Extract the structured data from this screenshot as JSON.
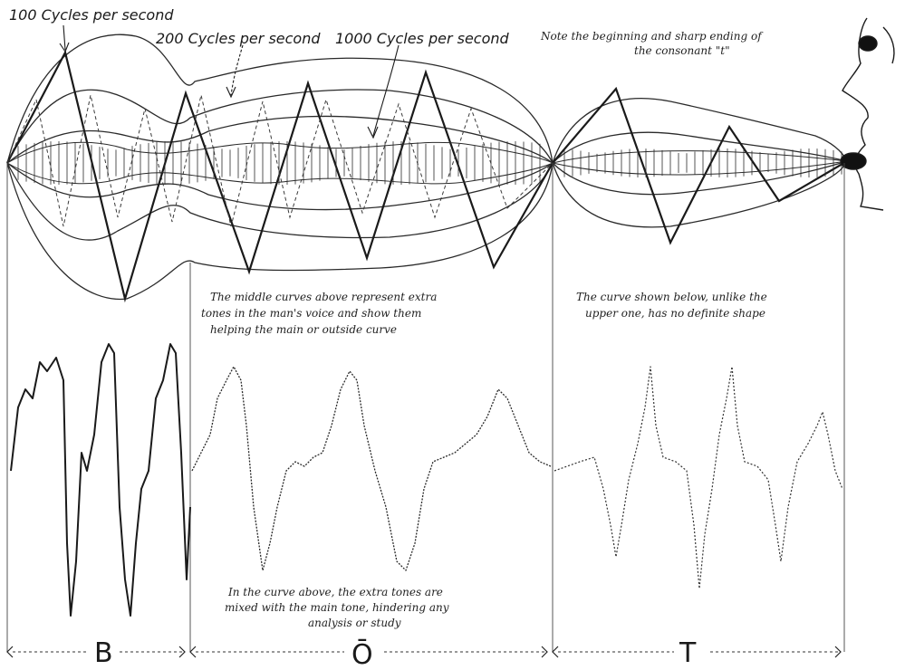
{
  "labels": {
    "hz100": "100 Cycles per second",
    "hz200": "200 Cycles per second",
    "hz1000": "1000 Cycles per second",
    "note_line1": "Note the beginning and sharp ending of",
    "note_line2": "the consonant \"t\""
  },
  "captions": {
    "middle": [
      "The middle curves above represent extra",
      "tones in the man's voice and show them",
      "helping the main or outside curve"
    ],
    "right": [
      "The curve shown below, unlike the",
      "upper one, has no definite shape"
    ],
    "bottom": [
      "In the curve above, the extra tones are",
      "mixed with the main tone, hindering any",
      "analysis or study"
    ]
  },
  "sections": [
    {
      "letter": "B"
    },
    {
      "letter": "Ō"
    },
    {
      "letter": "T"
    }
  ]
}
